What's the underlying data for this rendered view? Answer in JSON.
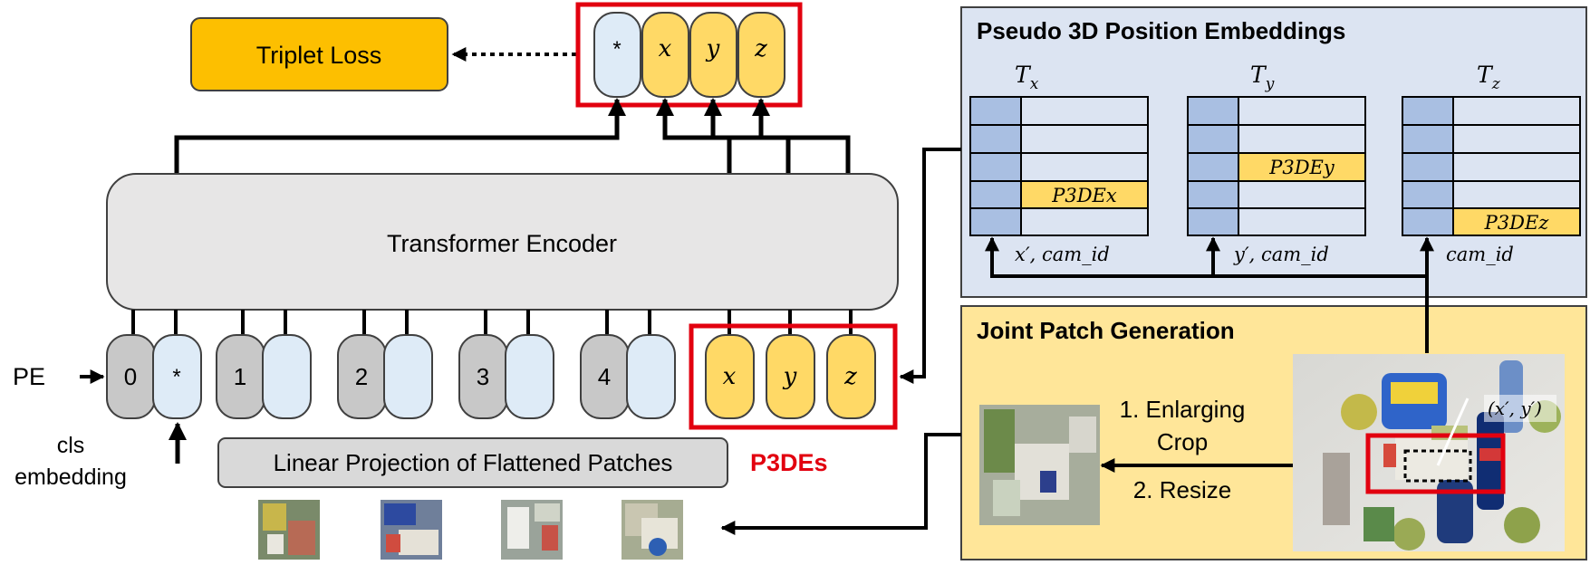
{
  "loss": {
    "label": "Triplet Loss"
  },
  "cls_token": {
    "symbol": "*"
  },
  "axes": {
    "x": "x",
    "y": "y",
    "z": "z"
  },
  "encoder": {
    "label": "Transformer Encoder"
  },
  "pe": {
    "label": "PE",
    "indices": [
      "0",
      "1",
      "2",
      "3",
      "4"
    ]
  },
  "cls_embedding": {
    "line1": "cls",
    "line2": "embedding"
  },
  "projection": {
    "label": "Linear Projection of Flattened Patches"
  },
  "p3des": {
    "label": "P3DEs"
  },
  "pseudo3d": {
    "title": "Pseudo 3D Position Embeddings",
    "tables": [
      {
        "base": "T",
        "sub": "x",
        "highlight": "P3DEx",
        "index": "x′, cam_id"
      },
      {
        "base": "T",
        "sub": "y",
        "highlight": "P3DEy",
        "index": "y′, cam_id"
      },
      {
        "base": "T",
        "sub": "z",
        "highlight": "P3DEz",
        "index": "cam_id"
      }
    ]
  },
  "joint": {
    "title": "Joint Patch Generation",
    "step1_line1": "1. Enlarging",
    "step1_line2": "Crop",
    "step2": "2. Resize",
    "coord": "(x′, y′)"
  },
  "colors": {
    "loss_fill": "#FDBF00",
    "token_yellow": "#FFD966",
    "token_blue": "#DEEBF7",
    "token_gray": "#C8C8C8",
    "encoder_fill": "#E7E6E6",
    "highlight_red": "#E2000F",
    "panel_blue": "#DCE4F2",
    "panel_yellow": "#FFE699",
    "table_blue": "#A9BFE2"
  }
}
